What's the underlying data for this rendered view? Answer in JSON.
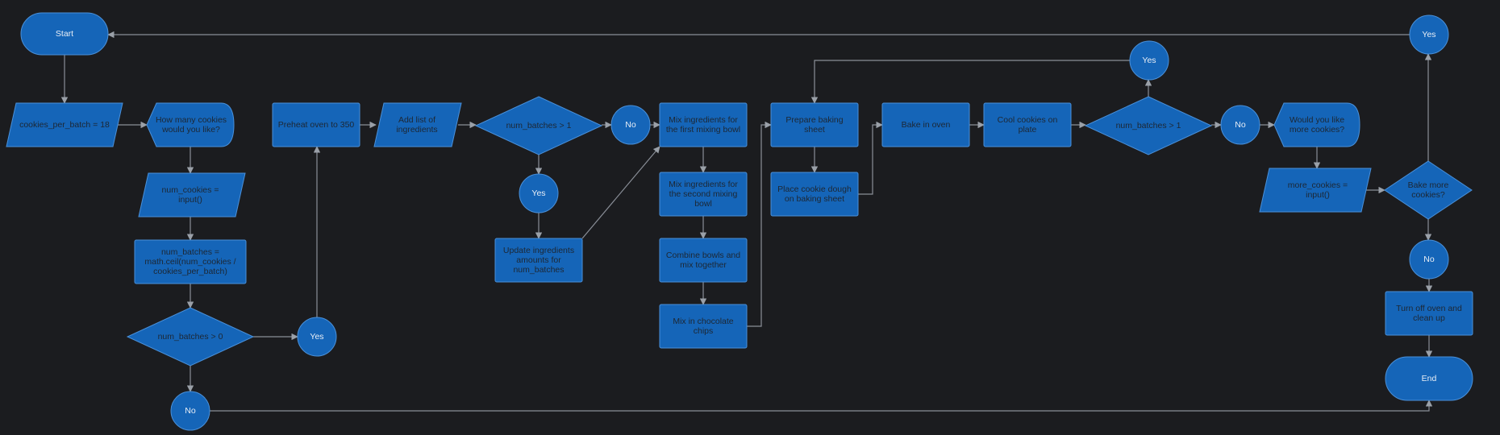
{
  "colors": {
    "background": "#1b1c1f",
    "node_fill": "#1565b8",
    "node_stroke": "#4a90d9",
    "edge": "#8a8f98",
    "text": "#1d2733"
  },
  "nodes": {
    "start": "Start",
    "cookies_per_batch": "cookies_per_batch = 18",
    "ask_cookies": "How many cookies would you like?",
    "num_cookies_input": "num_cookies = input()",
    "num_batches_calc": "num_batches = math.ceil(num_cookies / cookies_per_batch)",
    "dec_batches_gt_0": "num_batches > 0",
    "yes_1": "Yes",
    "no_1": "No",
    "preheat": "Preheat oven to 350",
    "add_ingredients": "Add list of ingredients",
    "dec_batches_gt_1_a": "num_batches > 1",
    "no_2": "No",
    "yes_2": "Yes",
    "update_ingredients": "Update ingredients amounts for num_batches",
    "mix_first": "Mix ingredients for the first mixing bowl",
    "mix_second": "Mix ingredients for the second mixing bowl",
    "combine": "Combine bowls and mix together",
    "choc_chips": "Mix in chocolate chips",
    "prepare_sheet": "Prepare baking sheet",
    "place_dough": "Place cookie dough on baking sheet",
    "bake": "Bake in oven",
    "cool": "Cool cookies on plate",
    "dec_batches_gt_1_b": "num_batches > 1",
    "yes_3": "Yes",
    "no_3": "No",
    "ask_more": "Would you like more cookies?",
    "more_cookies_input": "more_cookies = input()",
    "dec_bake_more": "Bake more cookies?",
    "yes_4": "Yes",
    "no_4": "No",
    "turn_off": "Turn off oven and clean up",
    "end": "End"
  }
}
